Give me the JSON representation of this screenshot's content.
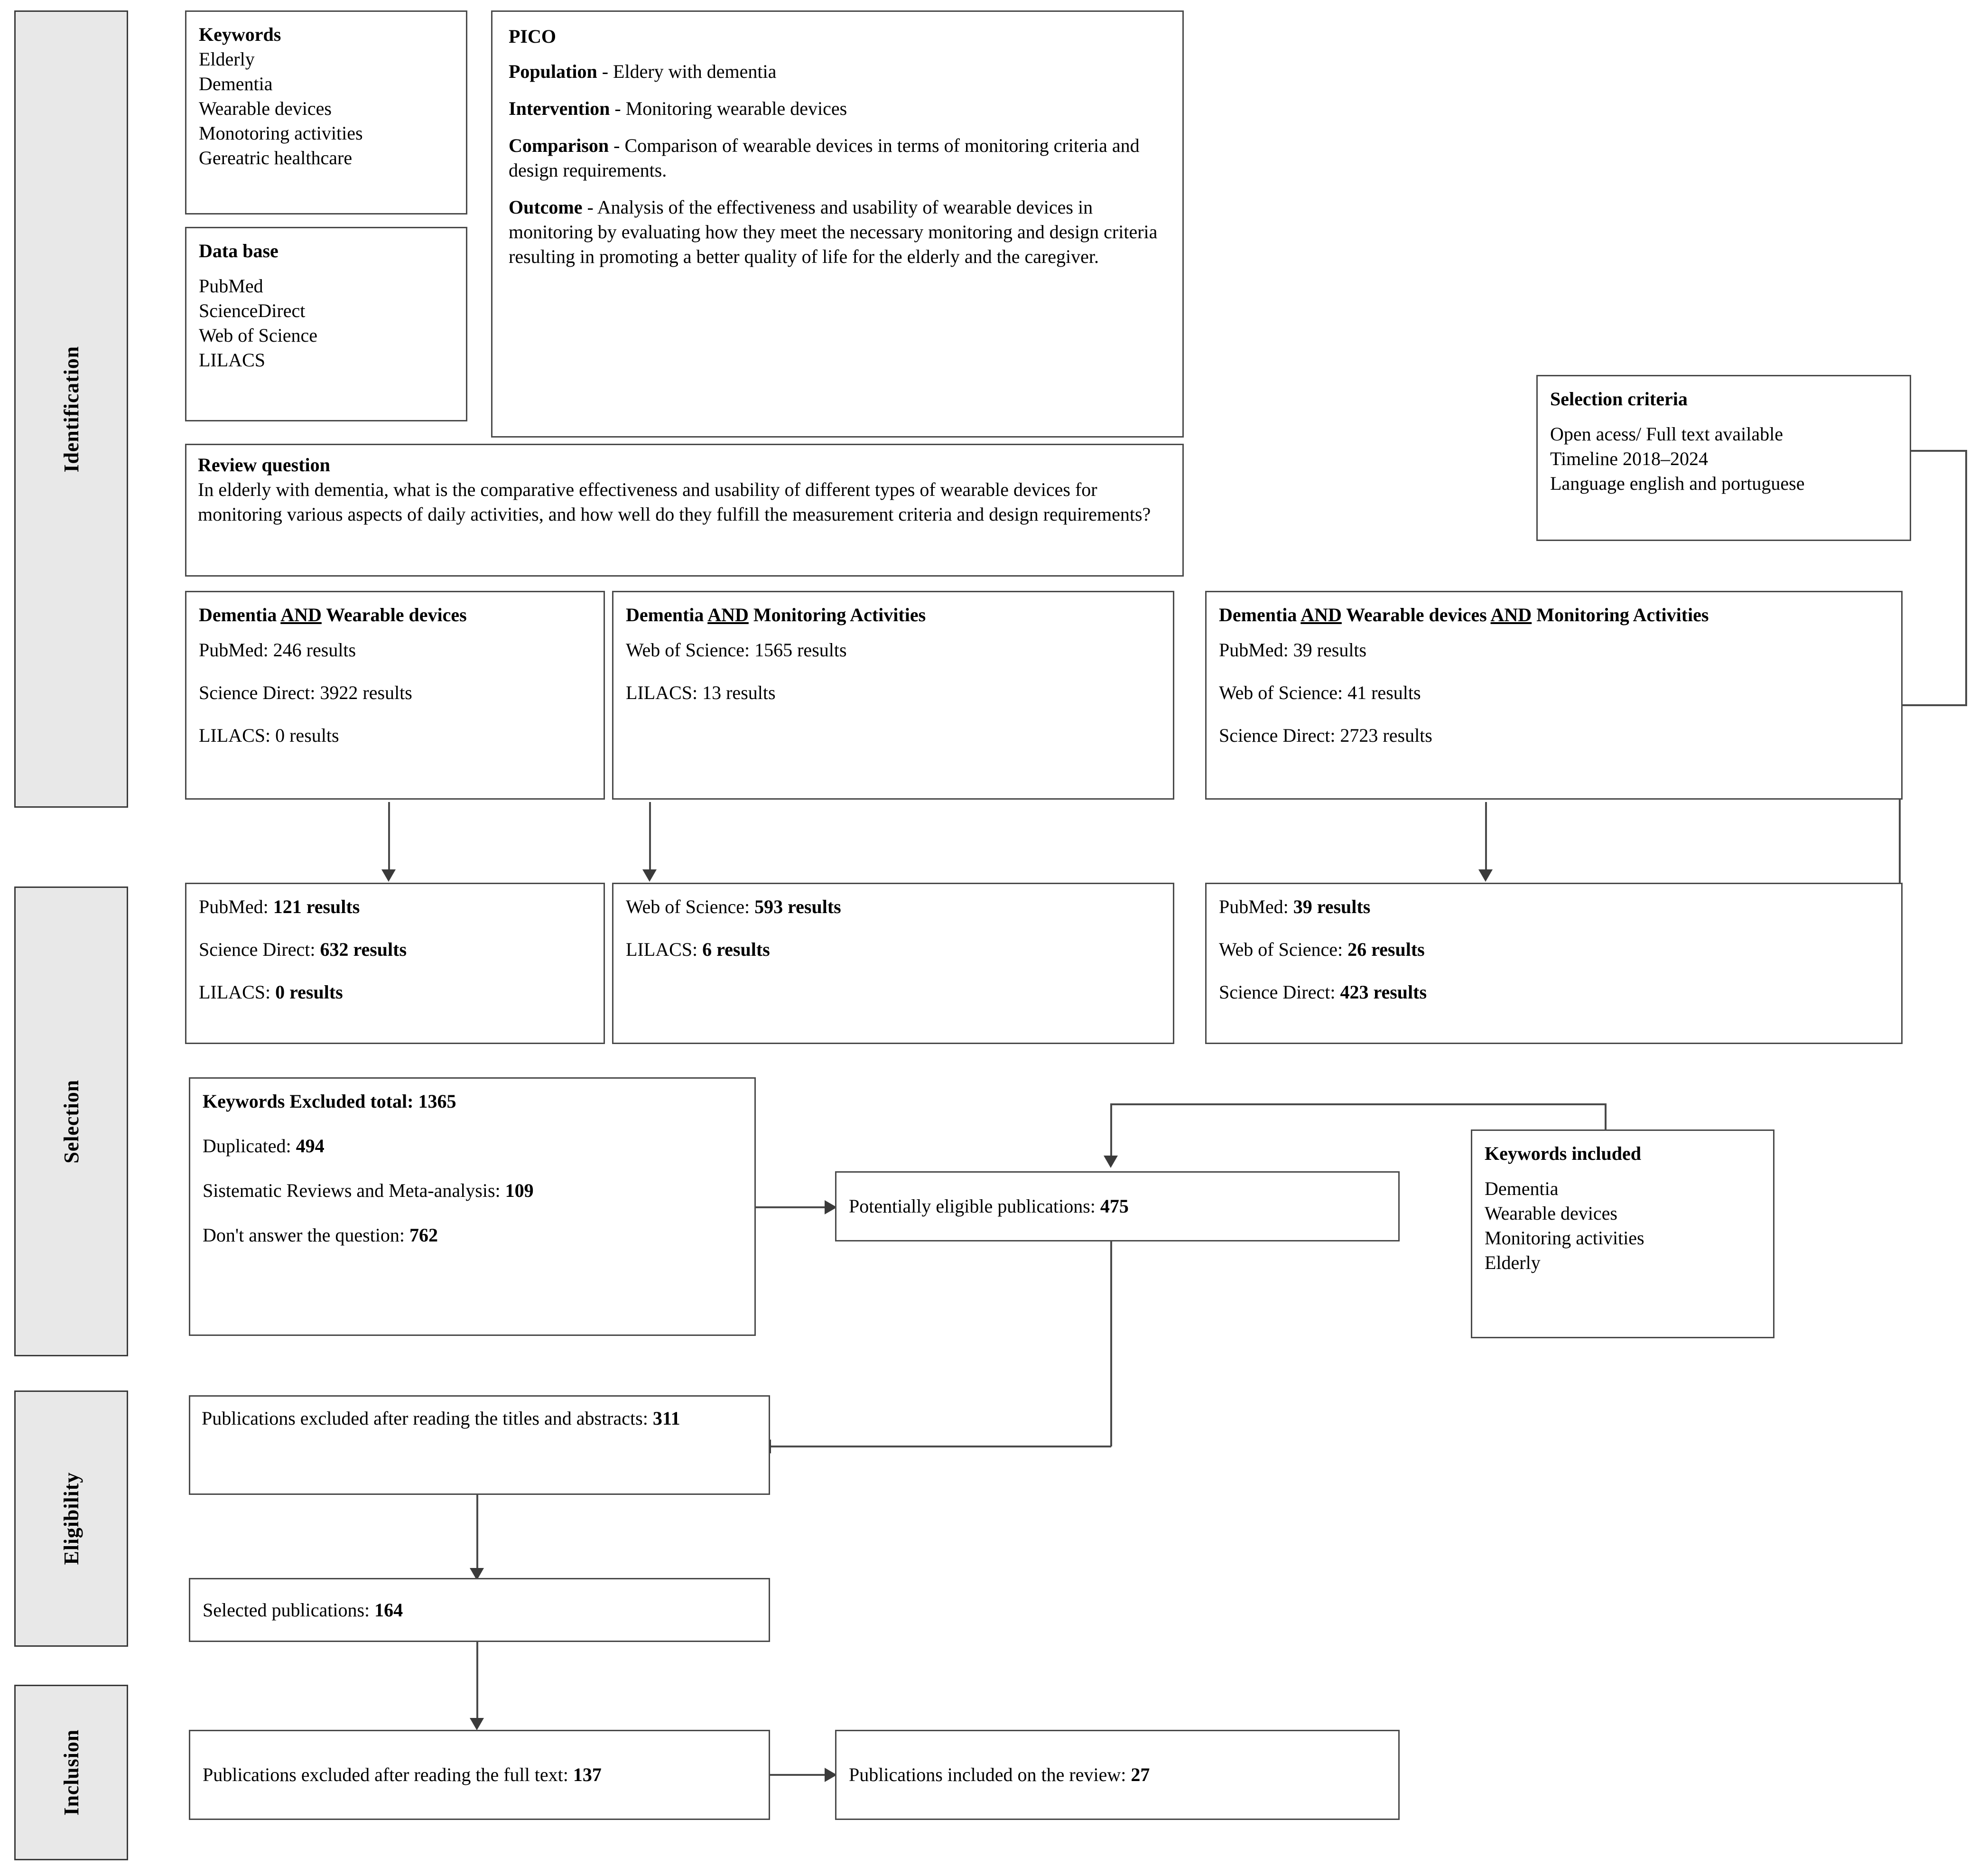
{
  "stages": [
    {
      "label": "Identification"
    },
    {
      "label": "Selection"
    },
    {
      "label": "Eligibility"
    },
    {
      "label": "Inclusion"
    }
  ],
  "keywords_box": {
    "title": "Keywords",
    "items": [
      "Elderly",
      "Dementia",
      "Wearable devices",
      "Monotoring activities",
      "Gereatric healthcare"
    ]
  },
  "database_box": {
    "title": "Data base",
    "items": [
      "PubMed",
      "ScienceDirect",
      "Web of Science",
      "LILACS"
    ]
  },
  "pico_box": {
    "title": "PICO",
    "entries": [
      {
        "label": "Population",
        "text": " - Eldery with dementia"
      },
      {
        "label": "Intervention",
        "text": " - Monitoring wearable devices"
      },
      {
        "label": "Comparison",
        "text": " - Comparison of wearable devices in terms of monitoring criteria and design requirements."
      },
      {
        "label": "Outcome",
        "text": " - Analysis of the effectiveness and usability of wearable devices in monitoring by evaluating how they meet the necessary monitoring and design criteria resulting in promoting a better quality of life for the elderly and the caregiver."
      }
    ]
  },
  "review_question_box": {
    "title": "Review question",
    "text": "In elderly with dementia, what is the comparative effectiveness and usability of different types of wearable devices for monitoring various aspects of daily activities, and how well do they fulfill the measurement criteria and design requirements?"
  },
  "selection_criteria_box": {
    "title": "Selection criteria",
    "items": [
      "Open acess/ Full text available",
      "Timeline 2018–2024",
      "Language english and portuguese"
    ]
  },
  "query_boxes": [
    {
      "title_parts": [
        "Dementia ",
        "AND",
        " Wearable devices"
      ],
      "results": [
        "PubMed: 246 results",
        "Science Direct: 3922 results",
        "LILACS: 0 results"
      ]
    },
    {
      "title_parts": [
        "Dementia ",
        "AND",
        " Monitoring Activities"
      ],
      "results": [
        "Web of Science: 1565 results",
        "LILACS: 13 results"
      ]
    },
    {
      "title_parts": [
        "Dementia ",
        "AND",
        " Wearable devices ",
        "AND",
        " Monitoring Activities"
      ],
      "results": [
        "PubMed: 39 results",
        "Web of Science: 41 results",
        "Science Direct: 2723 results"
      ]
    }
  ],
  "filtered_boxes": [
    {
      "rows": [
        {
          "label": "PubMed: ",
          "value": "121 results"
        },
        {
          "label": "Science Direct: ",
          "value": "632 results"
        },
        {
          "label": "LILACS: ",
          "value": "0 results"
        }
      ]
    },
    {
      "rows": [
        {
          "label": "Web of Science: ",
          "value": "593 results"
        },
        {
          "label": "LILACS: ",
          "value": "6 results"
        }
      ]
    },
    {
      "rows": [
        {
          "label": "PubMed: ",
          "value": "39 results"
        },
        {
          "label": "Web of Science: ",
          "value": "26 results"
        },
        {
          "label": "Science Direct: ",
          "value": "423 results"
        }
      ]
    }
  ],
  "excluded_box": {
    "title_label": "Keywords Excluded total: ",
    "title_value": "1365",
    "rows": [
      {
        "label": "Duplicated: ",
        "value": "494"
      },
      {
        "label": "Sistematic Reviews and Meta-analysis: ",
        "value": "109"
      },
      {
        "label": "Don't answer the question: ",
        "value": "762"
      }
    ]
  },
  "eligible_box": {
    "label": "Potentially eligible publications: ",
    "value": "475"
  },
  "keywords_included_box": {
    "title": "Keywords included",
    "items": [
      "Dementia",
      "Wearable devices",
      "Monitoring activities",
      "Elderly"
    ]
  },
  "excluded_titles_box": {
    "label": "Publications excluded after reading the titles and abstracts: ",
    "value": "311"
  },
  "selected_box": {
    "label": "Selected publications: ",
    "value": "164"
  },
  "excluded_fulltext_box": {
    "label": "Publications excluded after reading the full text: ",
    "value": "137"
  },
  "included_box": {
    "label": "Publications included on the review: ",
    "value": "27"
  },
  "colors": {
    "stage_fill": "#e8e8e8",
    "border": "#4a4a4a",
    "text": "#000000"
  }
}
